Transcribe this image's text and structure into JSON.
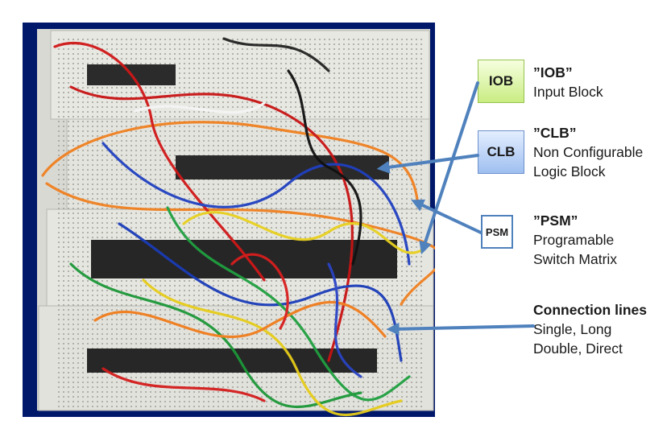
{
  "iob": {
    "box_label": "IOB",
    "title": "”IOB”",
    "lines": [
      "Input Block"
    ]
  },
  "clb": {
    "box_label": "CLB",
    "title": "”CLB”",
    "lines": [
      "Non Configurable",
      "Logic Block"
    ]
  },
  "psm": {
    "box_label": "PSM",
    "title": "”PSM”",
    "lines": [
      "Programable",
      "Switch Matrix"
    ]
  },
  "connection": {
    "title": "Connection lines",
    "lines": [
      "Single, Long",
      "Double, Direct"
    ]
  },
  "colors": {
    "arrow": "#4f81bd",
    "iob_fill": "#d7f5a3",
    "clb_fill": "#b8d0f5",
    "psm_border": "#4f81bd",
    "backdrop": "#001a6e"
  }
}
